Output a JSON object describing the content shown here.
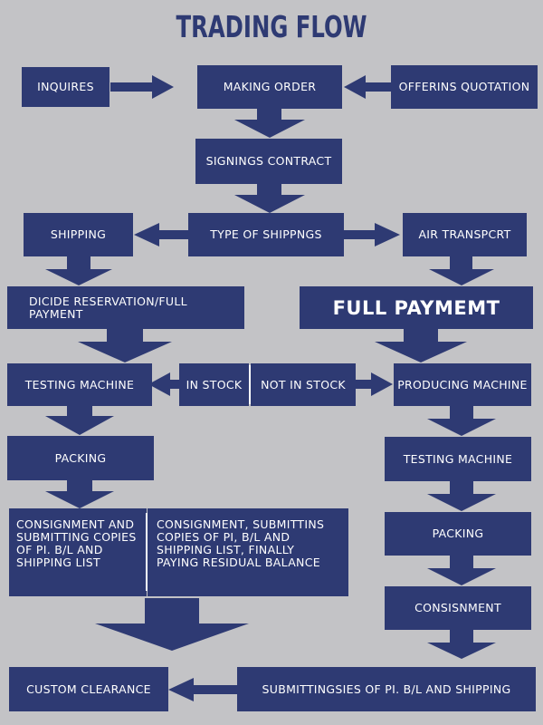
{
  "title": "TRADING FLOW",
  "boxes": {
    "inquires": "INQUIRES",
    "making_order": "MAKING ORDER",
    "offerins_quotation": "OFFERINS QUOTATION",
    "signings_contract": "SIGNINGS CONTRACT",
    "shipping": "SHIPPING",
    "type_of_shippngs": "TYPE OF SHIPPNGS",
    "air_transpcrt": "AIR TRANSPCRT",
    "dicide_reservation": "DICIDE RESERVATION/FULL PAYMENT",
    "full_paymemt": "FULL PAYMEMT",
    "testing_machine_left": "TESTING MACHINE",
    "in_stock": "IN STOCK",
    "not_in_stock": "NOT IN STOCK",
    "producing_machine": "PRODUCING MACHINE",
    "packing_left": "PACKING",
    "testing_machine_right": "TESTING MACHINE",
    "consignment_left": "CONSIGNMENT AND SUBMITTING COPIES OF PI. B/L AND SHIPPING LIST",
    "consignment_right": "CONSIGNMENT, SUBMITTINS COPIES OF PI, B/L AND SHIPPING LIST, FINALLY PAYING RESIDUAL BALANCE",
    "packing_right": "PACKING",
    "consisnment": "CONSISNMENT",
    "custom_clearance": "CUSTOM CLEARANCE",
    "submittingsies": "SUBMITTINGSIES OF PI. B/L AND SHIPPING"
  },
  "colors": {
    "background": "#c3c3c6",
    "box": "#2e3a73",
    "text": "#ffffff",
    "title": "#2e3a73"
  }
}
